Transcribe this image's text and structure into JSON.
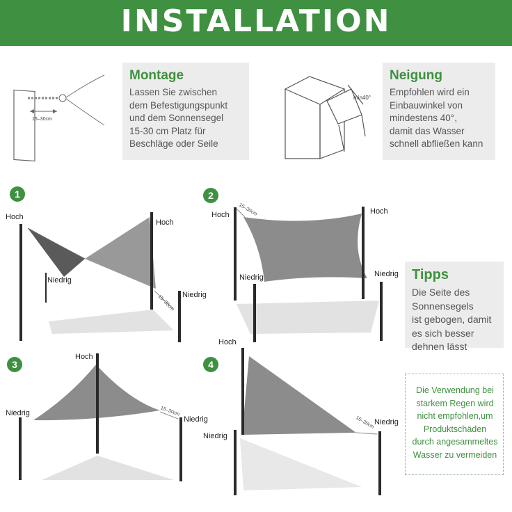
{
  "banner": {
    "title": "INSTALLATION"
  },
  "montage": {
    "heading": "Montage",
    "lines": [
      "Lassen Sie zwischen",
      "dem Befestigungspunkt",
      "und dem Sonnensegel",
      "15-30 cm Platz für",
      "Beschläge oder Seile"
    ],
    "dim_label": "15–30cm"
  },
  "neigung": {
    "heading": "Neigung",
    "lines": [
      "Empfohlen wird ein",
      "Einbauwinkel von",
      "mindestens 40°,",
      "damit das Wasser",
      "schnell abfließen kann"
    ],
    "angle_label": "min40°"
  },
  "tipps": {
    "heading": "Tipps",
    "lines": [
      "Die Seite des",
      "Sonnensegels",
      "ist gebogen, damit",
      "es sich besser",
      "dehnen lässt"
    ]
  },
  "warning": {
    "lines": [
      "Die Verwendung bei",
      "starkem Regen wird",
      "nicht empfohlen,um",
      "Produktschäden",
      "durch angesammeltes",
      "Wasser zu vermeiden"
    ]
  },
  "steps": [
    {
      "number": "1",
      "labels": [
        "Hoch",
        "Hoch",
        "Niedrig",
        "Niedrig"
      ],
      "dim": "15–30cm"
    },
    {
      "number": "2",
      "labels": [
        "Hoch",
        "Hoch",
        "Niedrig",
        "Niedrig"
      ],
      "dim": "15–30cm"
    },
    {
      "number": "3",
      "labels": [
        "Hoch",
        "Niedrig",
        "Niedrig"
      ],
      "dim": "15–30cm"
    },
    {
      "number": "4",
      "labels": [
        "Hoch",
        "Niedrig",
        "Niedrig"
      ],
      "dim": "15–30cm"
    }
  ],
  "colors": {
    "accent": "#3f9040",
    "sail": "#8c8c8c",
    "shadow": "#e2e2e2",
    "pole": "#2a2a2a"
  }
}
